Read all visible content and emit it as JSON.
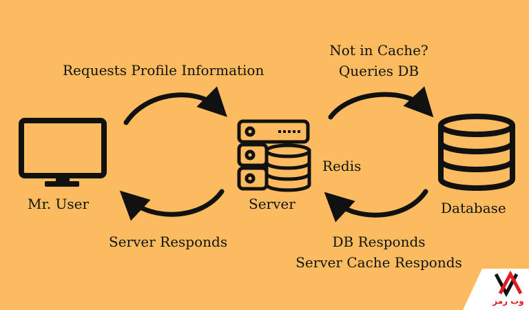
{
  "nodes": {
    "user": "Mr. User",
    "server": "Server",
    "redis": "Redis",
    "database": "Database"
  },
  "edges": {
    "request": "Requests Profile Information",
    "not_in_cache_1": "Not in Cache?",
    "not_in_cache_2": "Queries DB",
    "server_responds": "Server Responds",
    "db_responds_1": "DB Responds",
    "db_responds_2": "Server Cache Responds"
  },
  "watermark": {
    "text": "وب رمز"
  },
  "colors": {
    "background": "#fdbb5f",
    "ink": "#111111",
    "logo_red": "#e11b22"
  }
}
